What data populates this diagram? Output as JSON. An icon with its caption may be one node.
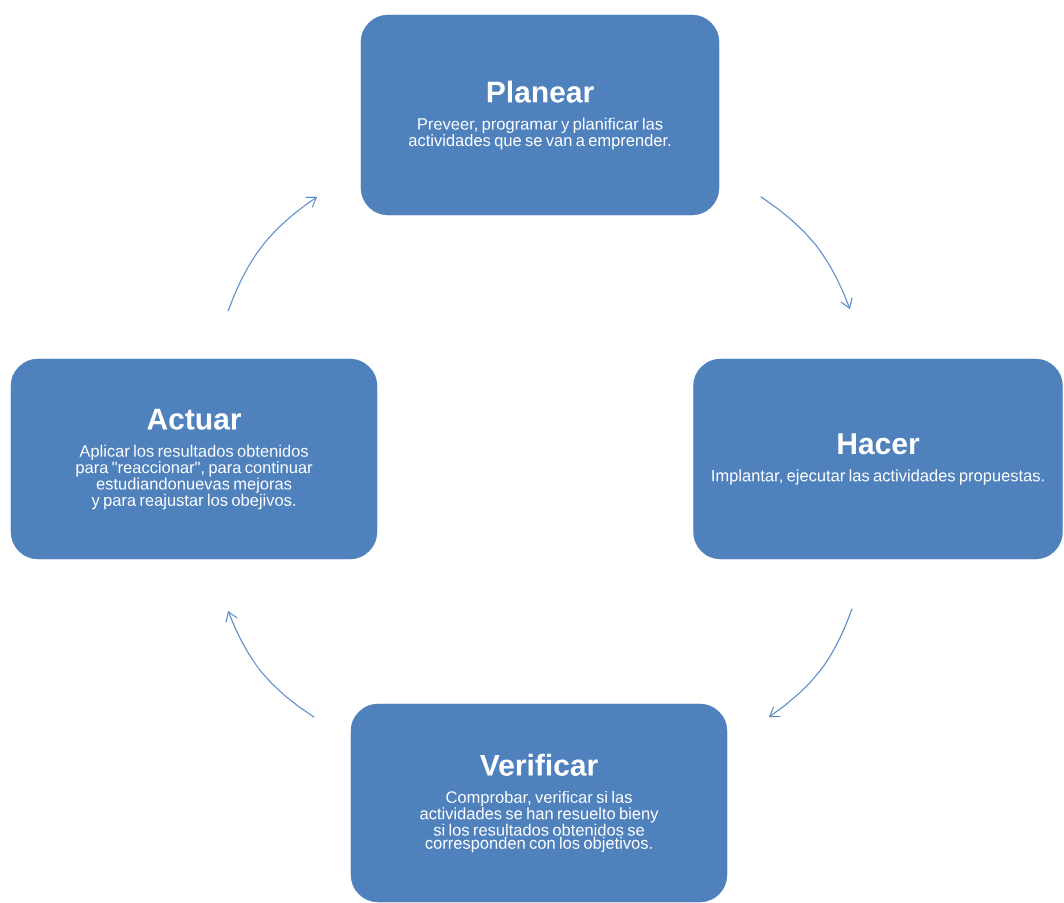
{
  "diagram": {
    "nodes": [
      {
        "text": [
          "Planear",
          "Preveer, programar y planificar las actividades que se van a emprender."
        ]
      },
      {
        "text": [
          "Hacer",
          "Implantar, ejecutar las actividades propuestas."
        ]
      },
      {
        "text": [
          "Actuar",
          "Aplicar los resultados obtenidos para \"reaccionar\", para continuar estudiandonuevas mejoras y para reajustar los obejivos."
        ]
      },
      {
        "text": [
          "Verificar",
          "Comprobar, verificar si las actividades se han resuelto bieny si los resultados obtenidos se corresponden con los objetivos."
        ]
      }
    ],
    "edges": [
      {
        "from": 0,
        "to": 1,
        "arrow": "to"
      },
      {
        "from": 1,
        "to": 3,
        "arrow": "to"
      },
      {
        "from": 3,
        "to": 2,
        "arrow": "to"
      },
      {
        "from": 2,
        "to": 0,
        "arrow": "to"
      }
    ]
  }
}
